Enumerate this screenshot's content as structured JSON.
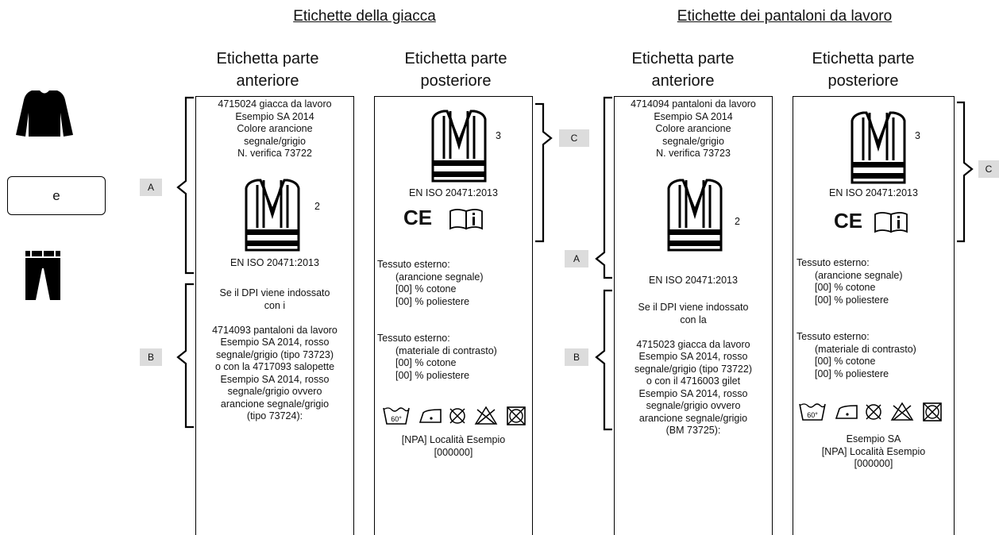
{
  "headings": {
    "jacket": "Etichette della giacca",
    "trousers": "Etichette dei pantaloni da lavoro"
  },
  "column_titles": {
    "front_1": "Etichetta parte",
    "front_2": "anteriore",
    "back_1": "Etichetta parte",
    "back_2": "posteriore"
  },
  "side": {
    "connector": "e",
    "jacket_icon": "jacket-icon",
    "trousers_icon": "trousers-icon"
  },
  "badges": {
    "a": "A",
    "b": "B",
    "c": "C"
  },
  "pictogram": {
    "icon": "high-visibility-vest-icon",
    "class_front": "2",
    "class_back": "3",
    "standard": "EN ISO 20471:2013",
    "ce_mark": "CE",
    "info_icon": "manual-info-icon"
  },
  "jacket_front": {
    "lines": [
      "4715024 giacca da lavoro",
      "Esempio SA 2014",
      "Colore arancione",
      "segnale/grigio",
      "N. verifica 73722"
    ],
    "combo_lines": [
      "Se il DPI viene indossato",
      "con i",
      "",
      "4714093 pantaloni da lavoro",
      "Esempio SA 2014, rosso",
      "segnale/grigio (tipo 73723)",
      "o con la 4717093 salopette",
      "Esempio SA 2014, rosso",
      "segnale/grigio ovvero",
      "arancione segnale/grigio",
      "(tipo 73724):"
    ]
  },
  "jacket_back": {
    "fabric1": [
      "Tessuto esterno:",
      "(arancione segnale)",
      "[00] % cotone",
      "[00] % poliestere"
    ],
    "fabric2": [
      "Tessuto esterno:",
      "(materiale di contrasto)",
      "[00] % cotone",
      "[00] % poliestere"
    ],
    "care_icons": [
      "wash-60-icon",
      "iron-low-icon",
      "no-tumble-dry-icon",
      "no-bleach-icon",
      "no-dry-clean-icon"
    ],
    "wash_temp": "60°",
    "footer": [
      "[NPA] Località Esempio",
      "[000000]"
    ]
  },
  "trousers_front": {
    "lines": [
      "4714094 pantaloni da lavoro",
      "Esempio SA 2014",
      "Colore arancione",
      "segnale/grigio",
      "N. verifica 73723"
    ],
    "combo_lines": [
      "Se il DPI viene indossato",
      "con la",
      "",
      "4715023 giacca da lavoro",
      "Esempio SA 2014, rosso",
      "segnale/grigio (tipo 73722)",
      "o con il 4716003 gilet",
      "Esempio SA 2014, rosso",
      "segnale/grigio ovvero",
      "arancione segnale/grigio",
      "(BM 73725):"
    ]
  },
  "trousers_back": {
    "fabric1": [
      "Tessuto esterno:",
      "(arancione segnale)",
      "[00] % cotone",
      "[00] % poliestere"
    ],
    "fabric2": [
      "Tessuto esterno:",
      "(materiale di contrasto)",
      "[00] % cotone",
      "[00] % poliestere"
    ],
    "wash_temp": "60°",
    "footer": [
      "Esempio SA",
      "[NPA] Località Esempio",
      "[000000]"
    ]
  }
}
